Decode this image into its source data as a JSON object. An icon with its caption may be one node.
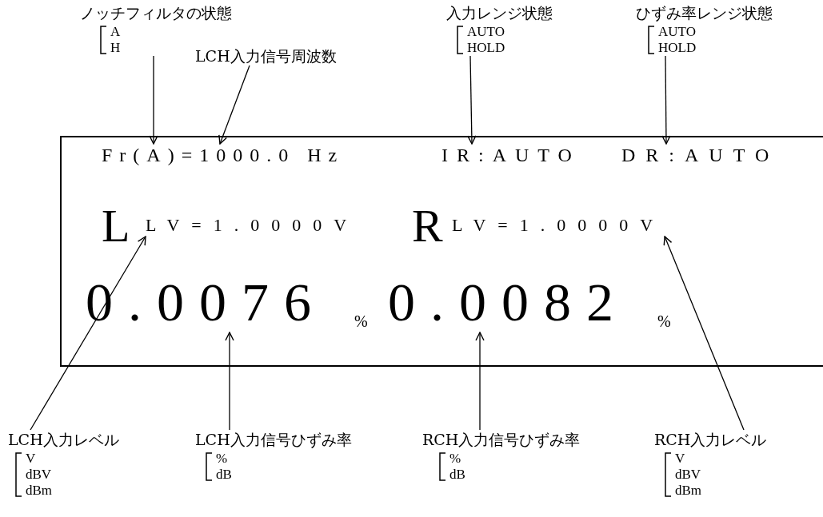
{
  "diagram": {
    "nodes": [
      {
        "text": [
          "ノッチフィルタの状態",
          "A",
          "H"
        ]
      },
      {
        "text": [
          "LCH入力信号周波数"
        ]
      },
      {
        "text": [
          "入力レンジ状態",
          "AUTO",
          "HOLD"
        ]
      },
      {
        "text": [
          "ひずみ率レンジ状態",
          "AUTO",
          "HOLD"
        ]
      },
      {
        "text": [],
        "shape": "box"
      },
      {
        "text": [
          "Fr(A)=1000.0 Hz"
        ],
        "in": 4
      },
      {
        "text": [
          "IR:AUTO"
        ],
        "in": 4
      },
      {
        "text": [
          "DR:AUTO"
        ],
        "in": 4
      },
      {
        "text": [
          "LV=1.0000V"
        ],
        "in": 4
      },
      {
        "text": [
          "LV=1.0000V"
        ],
        "in": 4
      },
      {
        "text": [
          "0.0076"
        ],
        "in": 4
      },
      {
        "text": [
          "0.0082"
        ],
        "in": 4
      },
      {
        "text": [
          "LCH入力レベル",
          "V",
          "dBV",
          "dBm"
        ]
      },
      {
        "text": [
          "LCH入力信号ひずみ率",
          "%",
          "dB"
        ]
      },
      {
        "text": [
          "RCH入力信号ひずみ率",
          "%",
          "dB"
        ]
      },
      {
        "text": [
          "RCH入力レベル",
          "V",
          "dBV",
          "dBm"
        ]
      }
    ],
    "edges": [
      {
        "from": 0,
        "to": 5,
        "arrow": "to"
      },
      {
        "from": 1,
        "to": 5,
        "arrow": "to"
      },
      {
        "from": 2,
        "to": 6,
        "arrow": "to"
      },
      {
        "from": 3,
        "to": 7,
        "arrow": "to"
      },
      {
        "from": 12,
        "to": 8,
        "arrow": "to"
      },
      {
        "from": 13,
        "to": 10,
        "arrow": "to"
      },
      {
        "from": 14,
        "to": 11,
        "arrow": "to"
      },
      {
        "from": 15,
        "to": 9,
        "arrow": "to"
      }
    ],
    "labels": [
      "L",
      "R",
      "%",
      "%"
    ]
  }
}
